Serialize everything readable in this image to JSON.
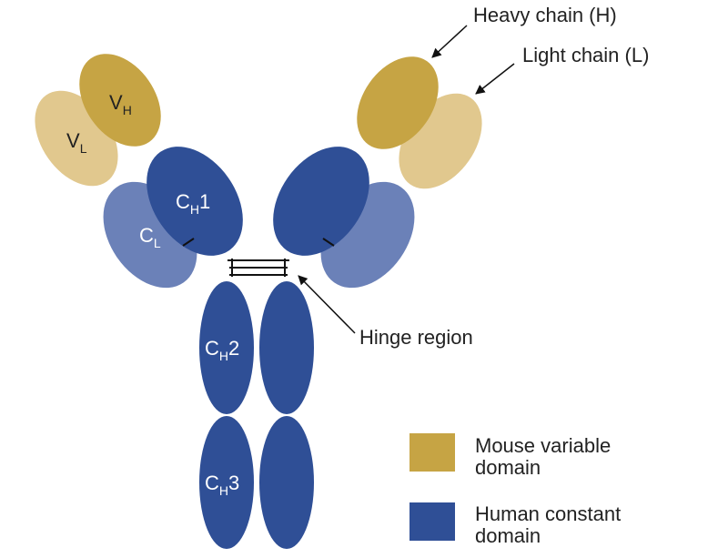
{
  "colors": {
    "mouse_variable_dark": "#c6a444",
    "mouse_variable_light": "#e1c88e",
    "human_constant_dark": "#2f4f96",
    "human_constant_light": "#6b81b8",
    "label_dark": "#222222",
    "label_light": "#ffffff"
  },
  "domains": {
    "vh": {
      "main": "V",
      "sub": "H"
    },
    "vl": {
      "main": "V",
      "sub": "L"
    },
    "ch1": {
      "main": "C",
      "sub": "H",
      "suffix": "1"
    },
    "cl": {
      "main": "C",
      "sub": "L"
    },
    "ch2": {
      "main": "C",
      "sub": "H",
      "suffix": "2"
    },
    "ch3": {
      "main": "C",
      "sub": "H",
      "suffix": "3"
    }
  },
  "annotations": {
    "heavy_chain": "Heavy chain (H)",
    "light_chain": "Light chain (L)",
    "hinge_region": "Hinge region"
  },
  "legend": {
    "items": [
      {
        "color": "#c6a444",
        "line1": "Mouse variable",
        "line2": "domain"
      },
      {
        "color": "#2f4f96",
        "line1": "Human constant",
        "line2": "domain"
      }
    ]
  }
}
